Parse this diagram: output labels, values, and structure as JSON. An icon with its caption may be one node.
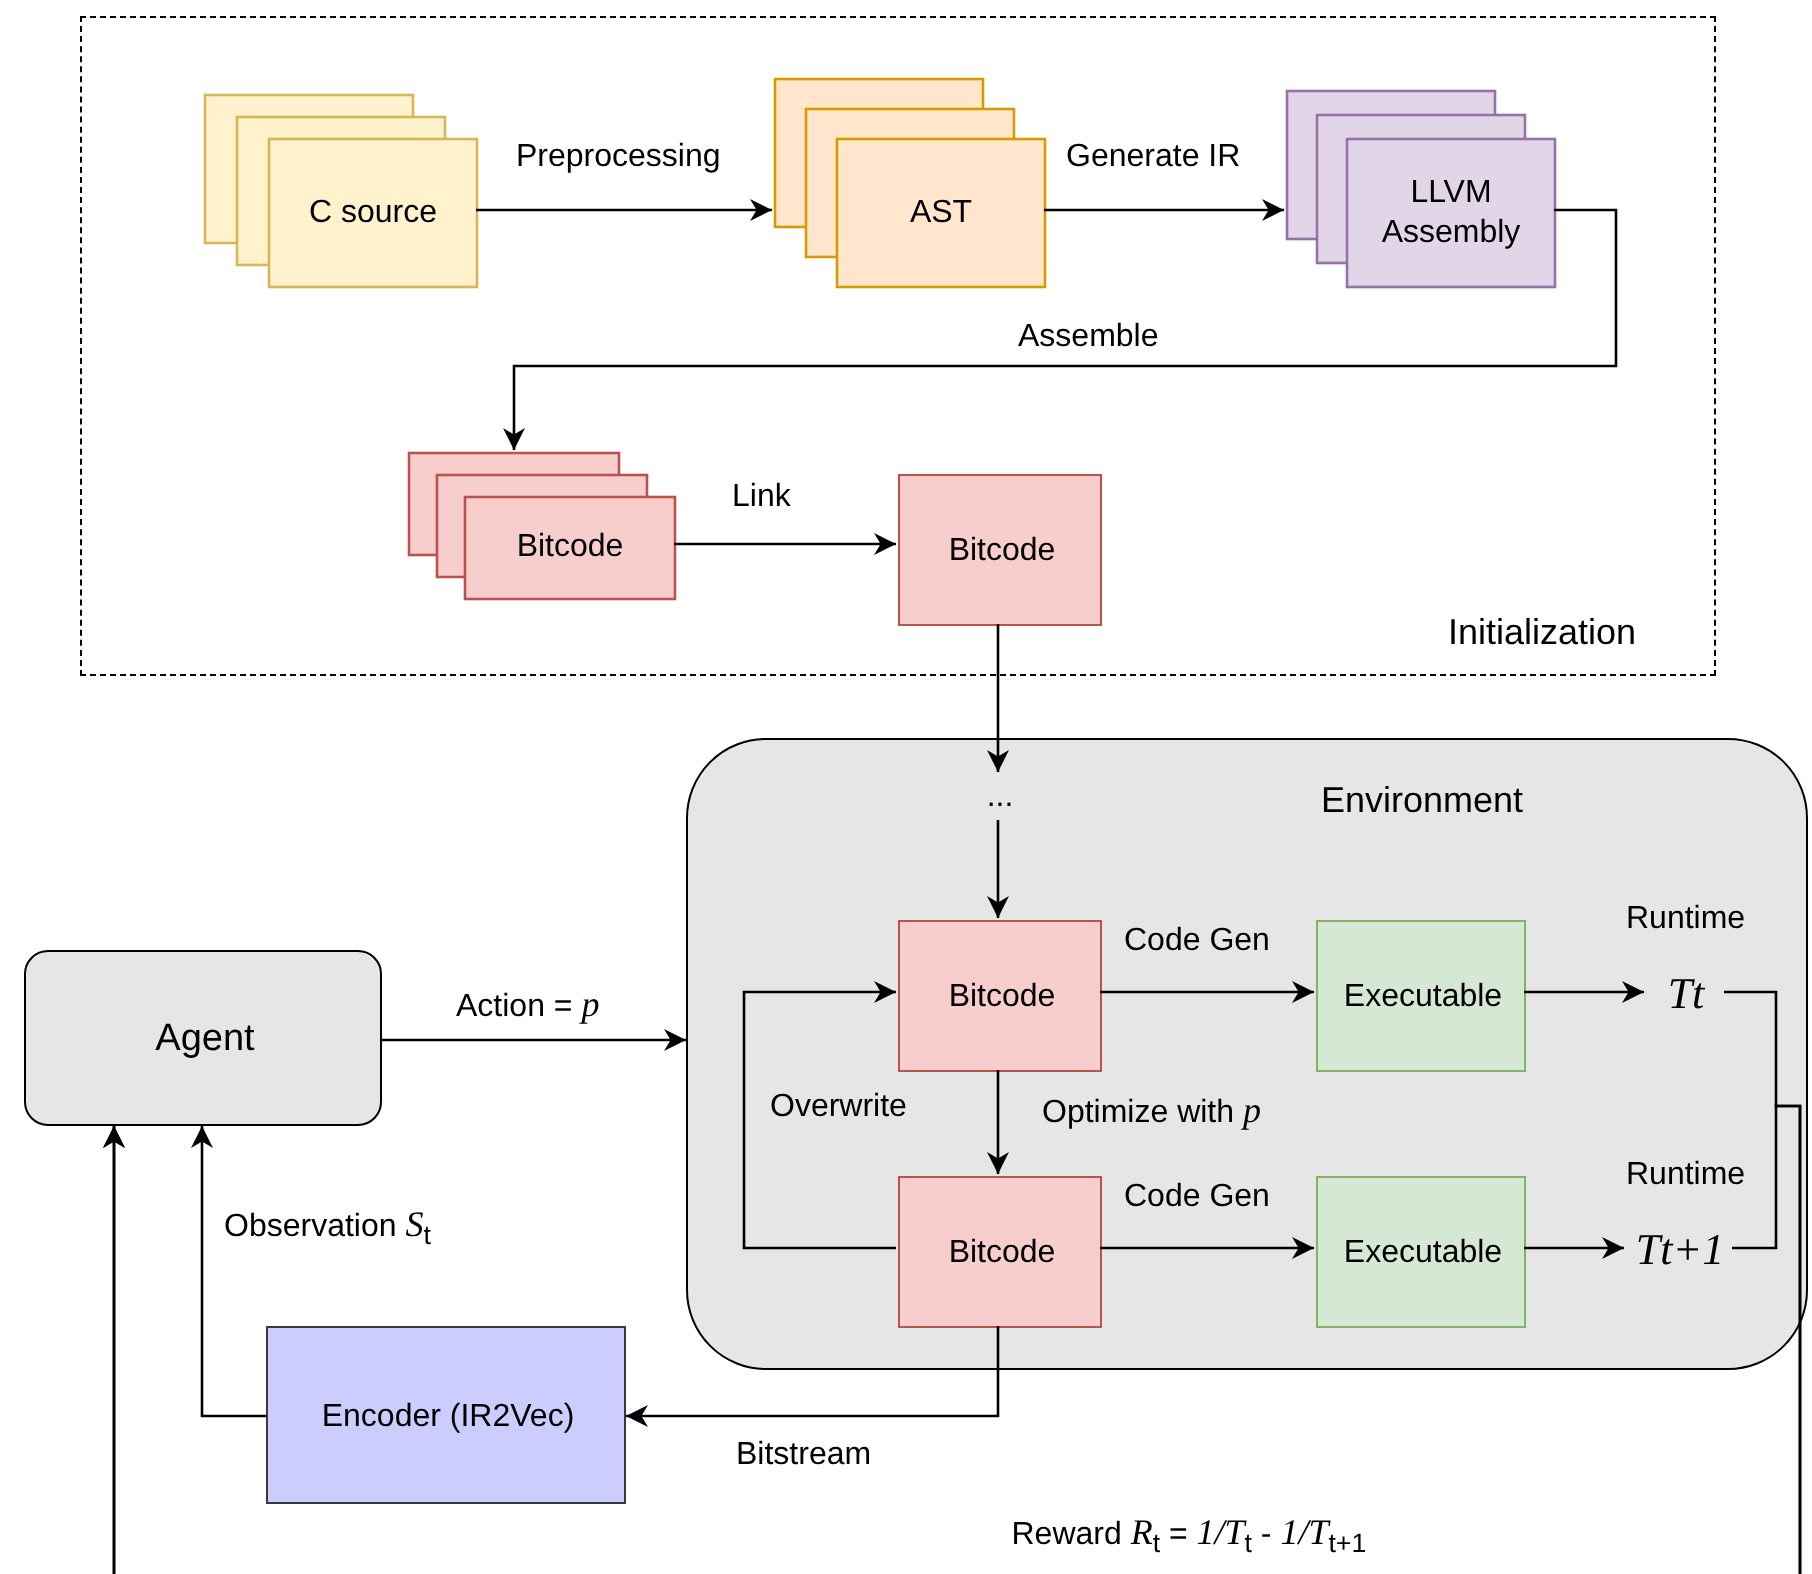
{
  "diagram": {
    "nodes": [
      {
        "text": [
          "Initialization"
        ]
      },
      {
        "text": [
          "C source"
        ],
        "in": 0
      },
      {
        "text": [
          "AST"
        ],
        "in": 0
      },
      {
        "text": [
          "LLVM Assembly"
        ],
        "in": 0
      },
      {
        "text": [
          "Bitcode"
        ],
        "in": 0
      },
      {
        "text": [
          "Bitcode"
        ],
        "in": 0
      },
      {
        "text": [
          "Environment"
        ]
      },
      {
        "text": [
          "..."
        ],
        "in": 6
      },
      {
        "text": [
          "Bitcode"
        ],
        "in": 6
      },
      {
        "text": [
          "Executable"
        ],
        "in": 6
      },
      {
        "text": [
          "Tt"
        ],
        "in": 6,
        "beside": [
          "Runtime"
        ]
      },
      {
        "text": [
          "Bitcode"
        ],
        "in": 6
      },
      {
        "text": [
          "Executable"
        ],
        "in": 6
      },
      {
        "text": [
          "Tt+1"
        ],
        "in": 6,
        "beside": [
          "Runtime"
        ]
      },
      {
        "text": [
          "Agent"
        ]
      },
      {
        "text": [
          "Encoder (IR2Vec)"
        ]
      }
    ],
    "edges": [
      {
        "from": 1,
        "to": 2,
        "arrow": "to",
        "label": "Preprocessing"
      },
      {
        "from": 2,
        "to": 3,
        "arrow": "to",
        "label": "Generate IR"
      },
      {
        "from": 3,
        "to": 4,
        "arrow": "to",
        "label": "Assemble"
      },
      {
        "from": 4,
        "to": 5,
        "arrow": "to",
        "label": "Link"
      },
      {
        "from": 5,
        "to": 7,
        "arrow": "to"
      },
      {
        "from": 7,
        "to": 8,
        "arrow": "to"
      },
      {
        "from": 8,
        "to": 9,
        "arrow": "to",
        "label": "Code Gen"
      },
      {
        "from": 9,
        "to": 10,
        "arrow": "to"
      },
      {
        "from": 8,
        "to": 11,
        "arrow": "to",
        "label": "Optimize with *p*"
      },
      {
        "from": 11,
        "to": 8,
        "arrow": "to",
        "label": "Overwrite"
      },
      {
        "from": 11,
        "to": 12,
        "arrow": "to",
        "label": "Code Gen"
      },
      {
        "from": 12,
        "to": 13,
        "arrow": "to"
      },
      {
        "from": 14,
        "to": 6,
        "arrow": "to",
        "label": "Action = *p*"
      },
      {
        "from": 11,
        "to": 15,
        "arrow": "to",
        "label": "Bitstream"
      },
      {
        "from": 15,
        "to": 14,
        "arrow": "to",
        "label": "Observation *S*$_{t}$"
      },
      {
        "from": 10,
        "to": 14,
        "arrow": "to",
        "label": "Reward *R*$_{t}$ = *1/T*$_{t}$ - *1/T*$_{t+1}$"
      },
      {
        "from": 13,
        "to": 14,
        "arrow": "to"
      }
    ]
  }
}
